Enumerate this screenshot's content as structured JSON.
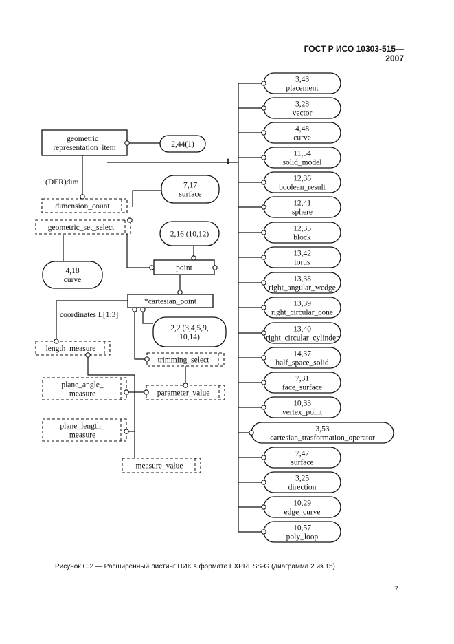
{
  "header": {
    "standard": "ГОСТ Р ИСО 10303-515—2007"
  },
  "caption": "Рисунок С.2 — Расширенный листинг ПИК в формате EXPRESS-G (диаграмма 2 из 15)",
  "page_number": "7",
  "diagram": {
    "entities": {
      "geometric_representation_item": [
        "geometric_",
        "representation_item"
      ],
      "point": "point",
      "cartesian_point": "*cartesian_point"
    },
    "types": {
      "dimension_count": "dimension_count",
      "geometric_set_select": "geometric_set_select",
      "length_measure": "length_measure",
      "trimming_select": "trimming_select",
      "plane_angle_measure": [
        "plane_angle_",
        "measure"
      ],
      "parameter_value": "parameter_value",
      "plane_length_measure": [
        "plane_length_",
        "measure"
      ],
      "measure_value": "measure_value"
    },
    "refs": {
      "geom_item_ref": "2,44(1)",
      "surface_ref": [
        "7,17",
        "surface"
      ],
      "point_ref": "2,16 (10,12)",
      "curve_ref": [
        "4,18",
        "curve"
      ],
      "cartesian_ref": [
        "2,2 (3,4,5,9,",
        "10,14)"
      ]
    },
    "labels": {
      "der_dim": "(DER)dim",
      "coordinates": "coordinates L[1:3]",
      "supertype_one": "1"
    },
    "subtypes": [
      [
        "3,43",
        "placement"
      ],
      [
        "3,28",
        "vector"
      ],
      [
        "4,48",
        "curve"
      ],
      [
        "11,54",
        "solid_model"
      ],
      [
        "12,36",
        "boolean_result"
      ],
      [
        "12,41",
        "sphere"
      ],
      [
        "12,35",
        "block"
      ],
      [
        "13,42",
        "torus"
      ],
      [
        "13,38",
        "right_angular_wedge"
      ],
      [
        "13,39",
        "right_circular_cone"
      ],
      [
        "13,40",
        "right_circular_cylinder"
      ],
      [
        "14,37",
        "half_space_solid"
      ],
      [
        "7,31",
        "face_surface"
      ],
      [
        "10,33",
        "vertex_point"
      ],
      [
        "3,53",
        "cartesian_trasformation_operator"
      ],
      [
        "7,47",
        "surface"
      ],
      [
        "3,25",
        "direction"
      ],
      [
        "10,29",
        "edge_curve"
      ],
      [
        "10,57",
        "poly_loop"
      ]
    ]
  }
}
